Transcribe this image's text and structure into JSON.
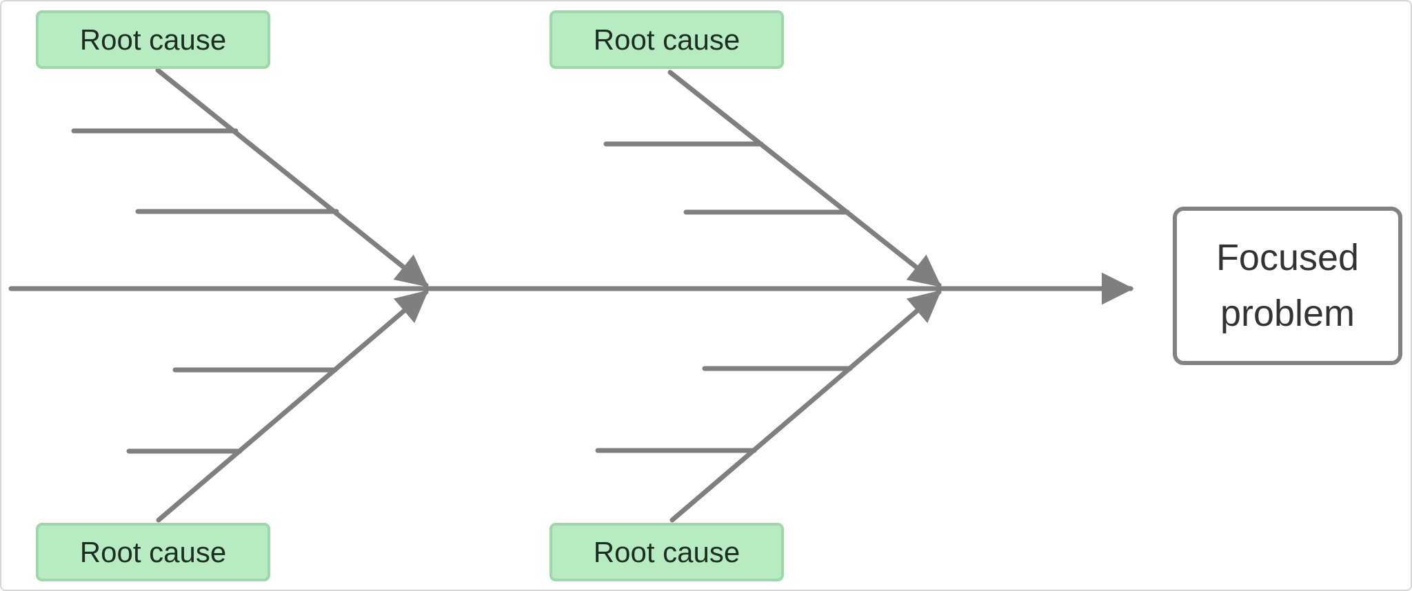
{
  "diagram": {
    "type": "fishbone",
    "problem": {
      "label": "Focused problem"
    },
    "causes": [
      {
        "label": "Root cause",
        "position": "top-left"
      },
      {
        "label": "Root cause",
        "position": "top-middle"
      },
      {
        "label": "Root cause",
        "position": "bottom-left"
      },
      {
        "label": "Root cause",
        "position": "bottom-middle"
      }
    ],
    "colors": {
      "background": "#ffffff",
      "canvas_border": "#d6d6d6",
      "line": "#7f7f7f",
      "cause_fill": "#b7ecc3",
      "cause_border": "#9cd8aa",
      "cause_text": "#1d2d22",
      "problem_fill": "#ffffff",
      "problem_border": "#828282",
      "problem_text": "#333333"
    }
  }
}
